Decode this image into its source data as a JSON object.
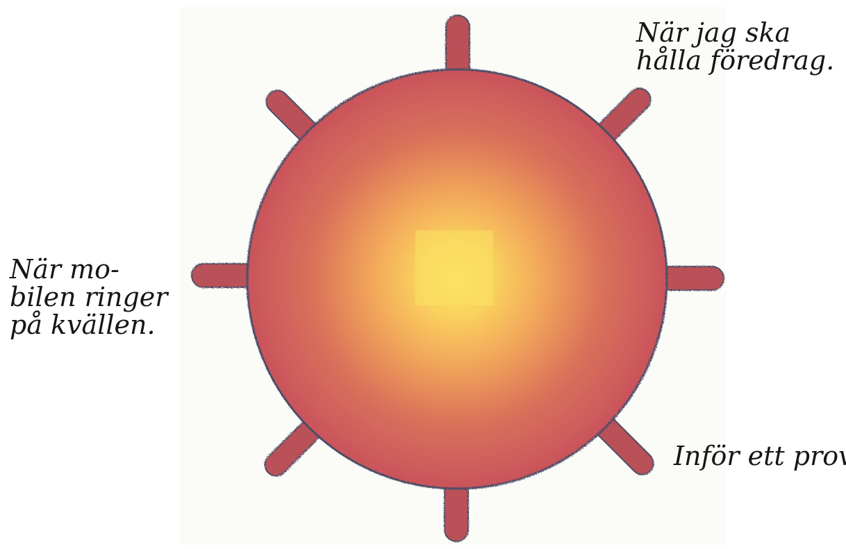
{
  "captions": {
    "top_right": [
      "När jag ska",
      "hålla föredrag."
    ],
    "left": [
      "När mo-",
      "bilen ringer",
      "på kvällen."
    ],
    "bottom_right": [
      "Inför ett prov."
    ]
  },
  "colors": {
    "sun_center": "#fce262",
    "sun_mid": "#f2a85a",
    "sun_edge": "#c9545c",
    "ray": "#bb5158",
    "outline_speckle": "#4d4d66",
    "paper": "#fbfbf7"
  },
  "artwork": {
    "subject": "sun-with-rays-icon",
    "ray_count": 8
  }
}
